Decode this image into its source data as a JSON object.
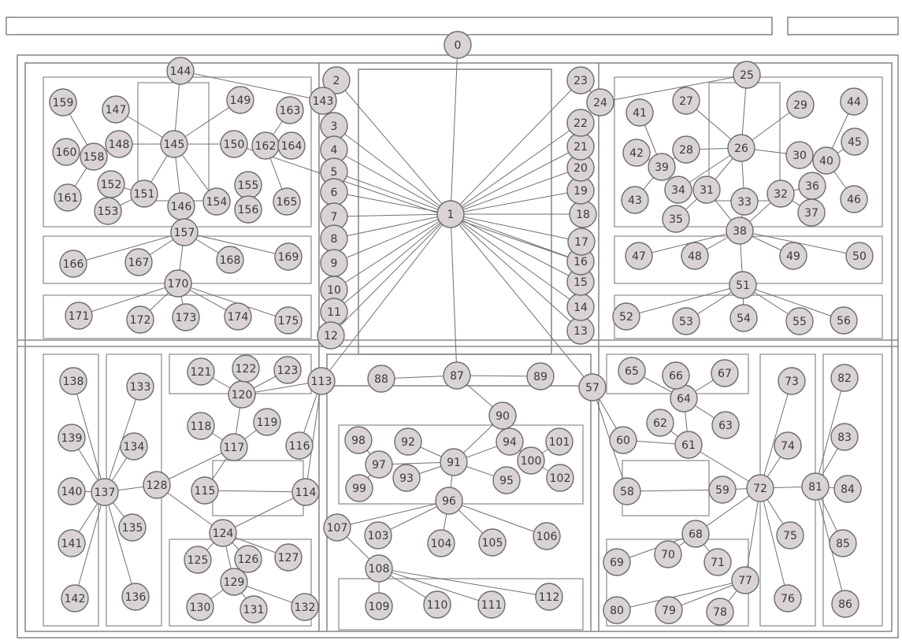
{
  "nodes": [
    {
      "id": 0,
      "label": "0"
    },
    {
      "id": 1,
      "label": "1"
    },
    {
      "id": 2,
      "label": "2"
    },
    {
      "id": 3,
      "label": "3"
    },
    {
      "id": 4,
      "label": "4"
    },
    {
      "id": 5,
      "label": "5"
    },
    {
      "id": 6,
      "label": "6"
    },
    {
      "id": 7,
      "label": "7"
    },
    {
      "id": 8,
      "label": "8"
    },
    {
      "id": 9,
      "label": "9"
    },
    {
      "id": 10,
      "label": "10"
    },
    {
      "id": 11,
      "label": "11"
    },
    {
      "id": 12,
      "label": "12"
    },
    {
      "id": 13,
      "label": "13"
    },
    {
      "id": 14,
      "label": "14"
    },
    {
      "id": 15,
      "label": "15"
    },
    {
      "id": 16,
      "label": "16"
    },
    {
      "id": 17,
      "label": "17"
    },
    {
      "id": 18,
      "label": "18"
    },
    {
      "id": 19,
      "label": "19"
    },
    {
      "id": 20,
      "label": "20"
    },
    {
      "id": 21,
      "label": "21"
    },
    {
      "id": 22,
      "label": "22"
    },
    {
      "id": 23,
      "label": "23"
    },
    {
      "id": 24,
      "label": "24"
    },
    {
      "id": 25,
      "label": "25"
    },
    {
      "id": 26,
      "label": "26"
    },
    {
      "id": 27,
      "label": "27"
    },
    {
      "id": 28,
      "label": "28"
    },
    {
      "id": 29,
      "label": "29"
    },
    {
      "id": 30,
      "label": "30"
    },
    {
      "id": 31,
      "label": "31"
    },
    {
      "id": 32,
      "label": "32"
    },
    {
      "id": 33,
      "label": "33"
    },
    {
      "id": 34,
      "label": "34"
    },
    {
      "id": 35,
      "label": "35"
    },
    {
      "id": 36,
      "label": "36"
    },
    {
      "id": 37,
      "label": "37"
    },
    {
      "id": 38,
      "label": "38"
    },
    {
      "id": 39,
      "label": "39"
    },
    {
      "id": 40,
      "label": "40"
    },
    {
      "id": 41,
      "label": "41"
    },
    {
      "id": 42,
      "label": "42"
    },
    {
      "id": 43,
      "label": "43"
    },
    {
      "id": 44,
      "label": "44"
    },
    {
      "id": 45,
      "label": "45"
    },
    {
      "id": 46,
      "label": "46"
    },
    {
      "id": 47,
      "label": "47"
    },
    {
      "id": 48,
      "label": "48"
    },
    {
      "id": 49,
      "label": "49"
    },
    {
      "id": 50,
      "label": "50"
    },
    {
      "id": 51,
      "label": "51"
    },
    {
      "id": 52,
      "label": "52"
    },
    {
      "id": 53,
      "label": "53"
    },
    {
      "id": 54,
      "label": "54"
    },
    {
      "id": 55,
      "label": "55"
    },
    {
      "id": 56,
      "label": "56"
    },
    {
      "id": 57,
      "label": "57"
    },
    {
      "id": 58,
      "label": "58"
    },
    {
      "id": 59,
      "label": "59"
    },
    {
      "id": 60,
      "label": "60"
    },
    {
      "id": 61,
      "label": "61"
    },
    {
      "id": 62,
      "label": "62"
    },
    {
      "id": 63,
      "label": "63"
    },
    {
      "id": 64,
      "label": "64"
    },
    {
      "id": 65,
      "label": "65"
    },
    {
      "id": 66,
      "label": "66"
    },
    {
      "id": 67,
      "label": "67"
    },
    {
      "id": 68,
      "label": "68"
    },
    {
      "id": 69,
      "label": "69"
    },
    {
      "id": 70,
      "label": "70"
    },
    {
      "id": 71,
      "label": "71"
    },
    {
      "id": 72,
      "label": "72"
    },
    {
      "id": 73,
      "label": "73"
    },
    {
      "id": 74,
      "label": "74"
    },
    {
      "id": 75,
      "label": "75"
    },
    {
      "id": 76,
      "label": "76"
    },
    {
      "id": 77,
      "label": "77"
    },
    {
      "id": 78,
      "label": "78"
    },
    {
      "id": 79,
      "label": "79"
    },
    {
      "id": 80,
      "label": "80"
    },
    {
      "id": 81,
      "label": "81"
    },
    {
      "id": 82,
      "label": "82"
    },
    {
      "id": 83,
      "label": "83"
    },
    {
      "id": 84,
      "label": "84"
    },
    {
      "id": 85,
      "label": "85"
    },
    {
      "id": 86,
      "label": "86"
    },
    {
      "id": 87,
      "label": "87"
    },
    {
      "id": 88,
      "label": "88"
    },
    {
      "id": 89,
      "label": "89"
    },
    {
      "id": 90,
      "label": "90"
    },
    {
      "id": 91,
      "label": "91"
    },
    {
      "id": 92,
      "label": "92"
    },
    {
      "id": 93,
      "label": "93"
    },
    {
      "id": 94,
      "label": "94"
    },
    {
      "id": 95,
      "label": "95"
    },
    {
      "id": 96,
      "label": "96"
    },
    {
      "id": 97,
      "label": "97"
    },
    {
      "id": 98,
      "label": "98"
    },
    {
      "id": 99,
      "label": "99"
    },
    {
      "id": 100,
      "label": "100"
    },
    {
      "id": 101,
      "label": "101"
    },
    {
      "id": 102,
      "label": "102"
    },
    {
      "id": 103,
      "label": "103"
    },
    {
      "id": 104,
      "label": "104"
    },
    {
      "id": 105,
      "label": "105"
    },
    {
      "id": 106,
      "label": "106"
    },
    {
      "id": 107,
      "label": "107"
    },
    {
      "id": 108,
      "label": "108"
    },
    {
      "id": 109,
      "label": "109"
    },
    {
      "id": 110,
      "label": "110"
    },
    {
      "id": 111,
      "label": "111"
    },
    {
      "id": 112,
      "label": "112"
    },
    {
      "id": 113,
      "label": "113"
    },
    {
      "id": 114,
      "label": "114"
    },
    {
      "id": 115,
      "label": "115"
    },
    {
      "id": 116,
      "label": "116"
    },
    {
      "id": 117,
      "label": "117"
    },
    {
      "id": 118,
      "label": "118"
    },
    {
      "id": 119,
      "label": "119"
    },
    {
      "id": 120,
      "label": "120"
    },
    {
      "id": 121,
      "label": "121"
    },
    {
      "id": 122,
      "label": "122"
    },
    {
      "id": 123,
      "label": "123"
    },
    {
      "id": 124,
      "label": "124"
    },
    {
      "id": 125,
      "label": "125"
    },
    {
      "id": 126,
      "label": "126"
    },
    {
      "id": 127,
      "label": "127"
    },
    {
      "id": 128,
      "label": "128"
    },
    {
      "id": 129,
      "label": "129"
    },
    {
      "id": 130,
      "label": "130"
    },
    {
      "id": 131,
      "label": "131"
    },
    {
      "id": 132,
      "label": "132"
    },
    {
      "id": 133,
      "label": "133"
    },
    {
      "id": 134,
      "label": "134"
    },
    {
      "id": 135,
      "label": "135"
    },
    {
      "id": 136,
      "label": "136"
    },
    {
      "id": 137,
      "label": "137"
    },
    {
      "id": 138,
      "label": "138"
    },
    {
      "id": 139,
      "label": "139"
    },
    {
      "id": 140,
      "label": "140"
    },
    {
      "id": 141,
      "label": "141"
    },
    {
      "id": 142,
      "label": "142"
    },
    {
      "id": 143,
      "label": "143"
    },
    {
      "id": 144,
      "label": "144"
    },
    {
      "id": 145,
      "label": "145"
    },
    {
      "id": 146,
      "label": "146"
    },
    {
      "id": 147,
      "label": "147"
    },
    {
      "id": 148,
      "label": "148"
    },
    {
      "id": 149,
      "label": "149"
    },
    {
      "id": 150,
      "label": "150"
    },
    {
      "id": 151,
      "label": "151"
    },
    {
      "id": 152,
      "label": "152"
    },
    {
      "id": 153,
      "label": "153"
    },
    {
      "id": 154,
      "label": "154"
    },
    {
      "id": 155,
      "label": "155"
    },
    {
      "id": 156,
      "label": "156"
    },
    {
      "id": 157,
      "label": "157"
    },
    {
      "id": 158,
      "label": "158"
    },
    {
      "id": 159,
      "label": "159"
    },
    {
      "id": 160,
      "label": "160"
    },
    {
      "id": 161,
      "label": "161"
    },
    {
      "id": 162,
      "label": "162"
    },
    {
      "id": 163,
      "label": "163"
    },
    {
      "id": 164,
      "label": "164"
    },
    {
      "id": 165,
      "label": "165"
    },
    {
      "id": 166,
      "label": "166"
    },
    {
      "id": 167,
      "label": "167"
    },
    {
      "id": 168,
      "label": "168"
    },
    {
      "id": 169,
      "label": "169"
    },
    {
      "id": 170,
      "label": "170"
    },
    {
      "id": 171,
      "label": "171"
    },
    {
      "id": 172,
      "label": "172"
    },
    {
      "id": 173,
      "label": "173"
    },
    {
      "id": 174,
      "label": "174"
    },
    {
      "id": 175,
      "label": "175"
    }
  ],
  "edges": [
    [
      0,
      1
    ],
    [
      1,
      2
    ],
    [
      1,
      3
    ],
    [
      1,
      4
    ],
    [
      1,
      5
    ],
    [
      1,
      6
    ],
    [
      1,
      7
    ],
    [
      1,
      8
    ],
    [
      1,
      9
    ],
    [
      1,
      10
    ],
    [
      1,
      11
    ],
    [
      1,
      12
    ],
    [
      1,
      113
    ],
    [
      1,
      13
    ],
    [
      1,
      14
    ],
    [
      1,
      15
    ],
    [
      1,
      16
    ],
    [
      1,
      17
    ],
    [
      1,
      18
    ],
    [
      1,
      19
    ],
    [
      1,
      20
    ],
    [
      1,
      21
    ],
    [
      1,
      22
    ],
    [
      1,
      23
    ],
    [
      1,
      57
    ],
    [
      1,
      87
    ],
    [
      24,
      25
    ],
    [
      24,
      23
    ],
    [
      25,
      26
    ],
    [
      26,
      27
    ],
    [
      26,
      28
    ],
    [
      26,
      29
    ],
    [
      26,
      30
    ],
    [
      26,
      31
    ],
    [
      26,
      33
    ],
    [
      26,
      34
    ],
    [
      28,
      39
    ],
    [
      39,
      41
    ],
    [
      39,
      42
    ],
    [
      39,
      43
    ],
    [
      30,
      40
    ],
    [
      40,
      44
    ],
    [
      40,
      45
    ],
    [
      40,
      46
    ],
    [
      32,
      36
    ],
    [
      32,
      37
    ],
    [
      32,
      38
    ],
    [
      33,
      38
    ],
    [
      31,
      35
    ],
    [
      31,
      38
    ],
    [
      38,
      47
    ],
    [
      38,
      48
    ],
    [
      38,
      49
    ],
    [
      38,
      50
    ],
    [
      38,
      51
    ],
    [
      51,
      52
    ],
    [
      51,
      53
    ],
    [
      51,
      54
    ],
    [
      51,
      55
    ],
    [
      51,
      56
    ],
    [
      57,
      58
    ],
    [
      57,
      60
    ],
    [
      60,
      61
    ],
    [
      61,
      62
    ],
    [
      61,
      64
    ],
    [
      64,
      65
    ],
    [
      64,
      66
    ],
    [
      64,
      67
    ],
    [
      64,
      63
    ],
    [
      61,
      72
    ],
    [
      58,
      59
    ],
    [
      59,
      72
    ],
    [
      72,
      73
    ],
    [
      72,
      74
    ],
    [
      72,
      75
    ],
    [
      72,
      76
    ],
    [
      72,
      77
    ],
    [
      72,
      68
    ],
    [
      68,
      69
    ],
    [
      68,
      70
    ],
    [
      68,
      71
    ],
    [
      77,
      78
    ],
    [
      77,
      79
    ],
    [
      77,
      80
    ],
    [
      72,
      81
    ],
    [
      81,
      82
    ],
    [
      81,
      83
    ],
    [
      81,
      84
    ],
    [
      81,
      85
    ],
    [
      81,
      86
    ],
    [
      87,
      88
    ],
    [
      87,
      89
    ],
    [
      87,
      90
    ],
    [
      90,
      91
    ],
    [
      91,
      92
    ],
    [
      91,
      93
    ],
    [
      91,
      94
    ],
    [
      91,
      95
    ],
    [
      91,
      96
    ],
    [
      91,
      97
    ],
    [
      97,
      98
    ],
    [
      97,
      99
    ],
    [
      94,
      100
    ],
    [
      100,
      101
    ],
    [
      100,
      102
    ],
    [
      96,
      103
    ],
    [
      96,
      104
    ],
    [
      96,
      105
    ],
    [
      96,
      106
    ],
    [
      96,
      107
    ],
    [
      107,
      108
    ],
    [
      108,
      109
    ],
    [
      108,
      110
    ],
    [
      108,
      111
    ],
    [
      108,
      112
    ],
    [
      113,
      114
    ],
    [
      113,
      116
    ],
    [
      113,
      120
    ],
    [
      120,
      121
    ],
    [
      120,
      122
    ],
    [
      120,
      123
    ],
    [
      120,
      117
    ],
    [
      117,
      118
    ],
    [
      117,
      119
    ],
    [
      117,
      115
    ],
    [
      114,
      115
    ],
    [
      114,
      124
    ],
    [
      124,
      125
    ],
    [
      124,
      126
    ],
    [
      124,
      127
    ],
    [
      124,
      129
    ],
    [
      129,
      130
    ],
    [
      129,
      131
    ],
    [
      129,
      132
    ],
    [
      128,
      137
    ],
    [
      128,
      117
    ],
    [
      128,
      124
    ],
    [
      137,
      133
    ],
    [
      137,
      134
    ],
    [
      137,
      135
    ],
    [
      137,
      136
    ],
    [
      137,
      138
    ],
    [
      137,
      139
    ],
    [
      137,
      140
    ],
    [
      137,
      141
    ],
    [
      137,
      142
    ],
    [
      143,
      144
    ],
    [
      144,
      145
    ],
    [
      145,
      146
    ],
    [
      145,
      147
    ],
    [
      145,
      148
    ],
    [
      145,
      149
    ],
    [
      145,
      150
    ],
    [
      145,
      151
    ],
    [
      150,
      16
    ],
    [
      145,
      154
    ],
    [
      151,
      152
    ],
    [
      151,
      153
    ],
    [
      158,
      159
    ],
    [
      158,
      160
    ],
    [
      158,
      161
    ],
    [
      158,
      148
    ],
    [
      146,
      157
    ],
    [
      155,
      156
    ],
    [
      162,
      163
    ],
    [
      162,
      164
    ],
    [
      162,
      165
    ],
    [
      157,
      166
    ],
    [
      157,
      167
    ],
    [
      157,
      168
    ],
    [
      157,
      169
    ],
    [
      157,
      170
    ],
    [
      170,
      171
    ],
    [
      170,
      172
    ],
    [
      170,
      173
    ],
    [
      170,
      174
    ],
    [
      170,
      175
    ]
  ]
}
